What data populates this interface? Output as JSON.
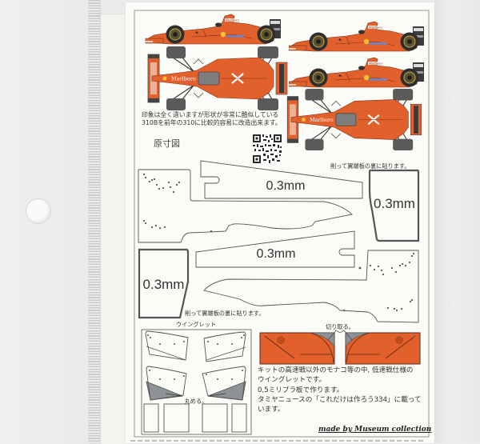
{
  "sheet": {
    "note_lines": [
      "印象は全く違いますが形状が非常に酷似している",
      "310Bを前年の310に比較的容易に改造出来ます。"
    ],
    "scale_label": "原寸図",
    "attach_note_top": "削って翼端板の裏に貼ります。",
    "attach_note_bottom": "削って翼端板の裏に貼ります。"
  },
  "car_illustrations": {
    "livery_text": "Marlboro",
    "views": [
      "side",
      "top",
      "side",
      "side",
      "top"
    ]
  },
  "parts": {
    "thickness_labels": [
      "0.3mm",
      "0.3mm",
      "0.3mm",
      "0.3mm"
    ]
  },
  "winglet": {
    "title": "ウイングレット",
    "roll_note": "丸める。"
  },
  "rear_wing": {
    "cut_note": "切り取る。"
  },
  "description": [
    "キットの高速戦以外のモナコ等の中, 低速戦仕様の",
    "ウイングレットです。",
    "0,5ミリプラ板で作ります。",
    "タミヤニュースの「これだけは作ろう334」に載って",
    "います。"
  ],
  "credit": "made by Museum collection",
  "colors": {
    "livery_orange": "#e2602c",
    "cutaway_gray": "#8d9296",
    "outline": "#4a4a4a",
    "sleeve_bg": "#e9eaec",
    "paper": "#fbfbf8"
  }
}
